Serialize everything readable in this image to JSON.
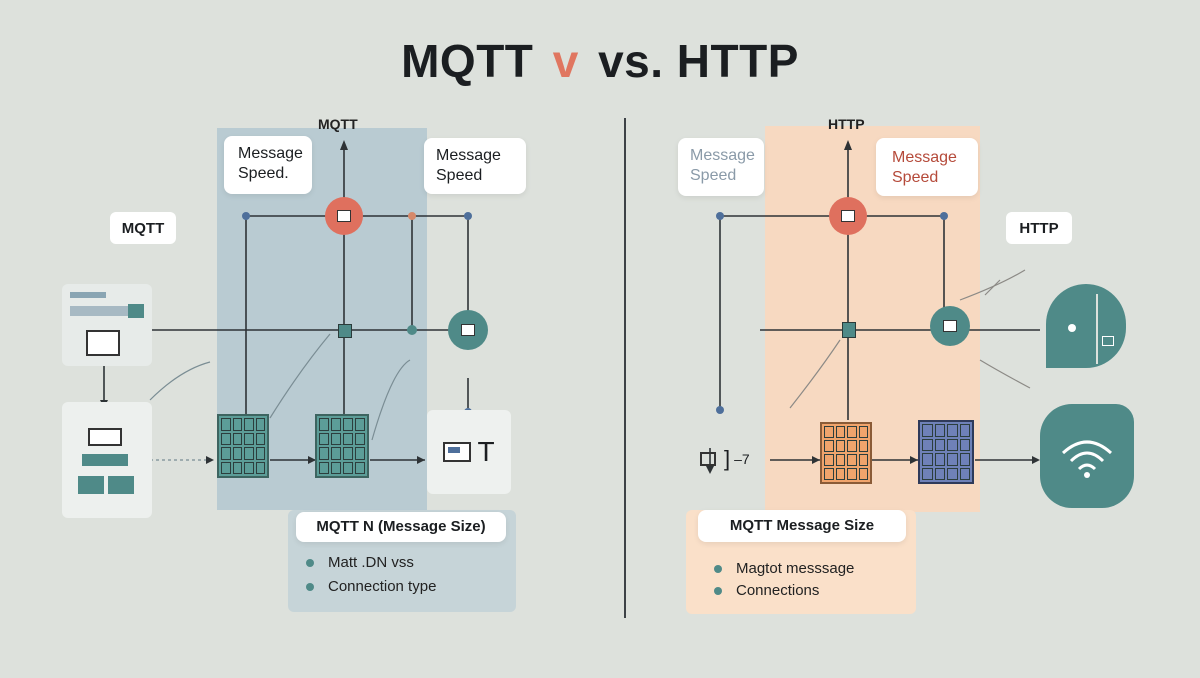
{
  "title": {
    "left": "MQTT",
    "middle": "v",
    "right": "vs. HTTP"
  },
  "mqtt": {
    "top_label": "MQTT",
    "bubble_speed_1": [
      "Message",
      "Speed."
    ],
    "bubble_speed_2": [
      "Message",
      "Speed"
    ],
    "side_label": "MQTT",
    "terminal_glyph": "T",
    "size_label": "MQTT N (Message Size)",
    "bullets": [
      "Matt .DN vss",
      "Connection type"
    ]
  },
  "http": {
    "top_label": "HTTP",
    "bubble_speed_1": [
      "Message",
      "Speed"
    ],
    "bubble_speed_2": [
      "Message",
      "Speed"
    ],
    "side_label": "HTTP",
    "arrow_glyph": "–7",
    "size_label": "MQTT Message Size",
    "bullets": [
      "Magtot messsage",
      "Connections"
    ]
  },
  "colors": {
    "background": "#dde1dc",
    "mqtt_panel": "#b9cbd2",
    "http_panel": "#f7d9c1",
    "teal": "#4f8a88",
    "coral": "#df705e",
    "navy": "#3d5380",
    "accent_title": "#e07660",
    "http_bubble_text": "#b54a3a"
  },
  "icons": [
    "laptop-icon",
    "server-icon",
    "node-icon",
    "wifi-icon",
    "terminal-icon",
    "globe-icon"
  ]
}
